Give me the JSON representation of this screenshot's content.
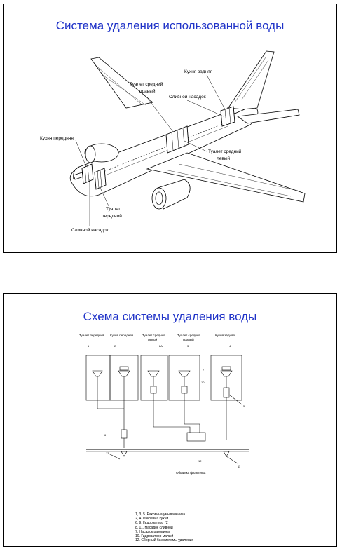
{
  "slide1": {
    "title": "Система удаления использованной воды",
    "labels": {
      "galley_rear": "Кухня задняя",
      "toilet_mid_right_1": "Туалет средний",
      "toilet_mid_right_2": "правый",
      "drain_nozzle_top": "Сливной насадок",
      "galley_front": "Кухня передняя",
      "toilet_mid_left_1": "Туалет средний",
      "toilet_mid_left_2": "левый",
      "toilet_front_1": "Туалет",
      "toilet_front_2": "передний",
      "drain_nozzle_bottom": "Сливной насадок"
    }
  },
  "slide2": {
    "title": "Схема системы удаления воды",
    "headers": {
      "toilet_front": "Туалет передний",
      "galley_front": "Кухня передняя",
      "toilet_mid_left_1": "Туалет средний",
      "toilet_mid_left_2": "левый",
      "toilet_mid_right_1": "Туалет средний",
      "toilet_mid_right_2": "правый",
      "galley_rear": "Кухня задняя"
    },
    "numbers": [
      "1",
      "2",
      "2А",
      "3",
      "4",
      "7",
      "10",
      "5",
      "6",
      "11",
      "12",
      "13"
    ],
    "fuselage_caption": "Обшивка фюзеляжа",
    "legend": [
      "1, 3, 5. Раковина умывальника",
      "2, 4. Раковина кухни",
      "6, 9. Гидрозатвор ^2",
      "8, 11. Насадок сливной",
      "7. Насадок раковины",
      "10. Гидрозатвор малый",
      "12. Сборный бак системы удаления"
    ]
  }
}
